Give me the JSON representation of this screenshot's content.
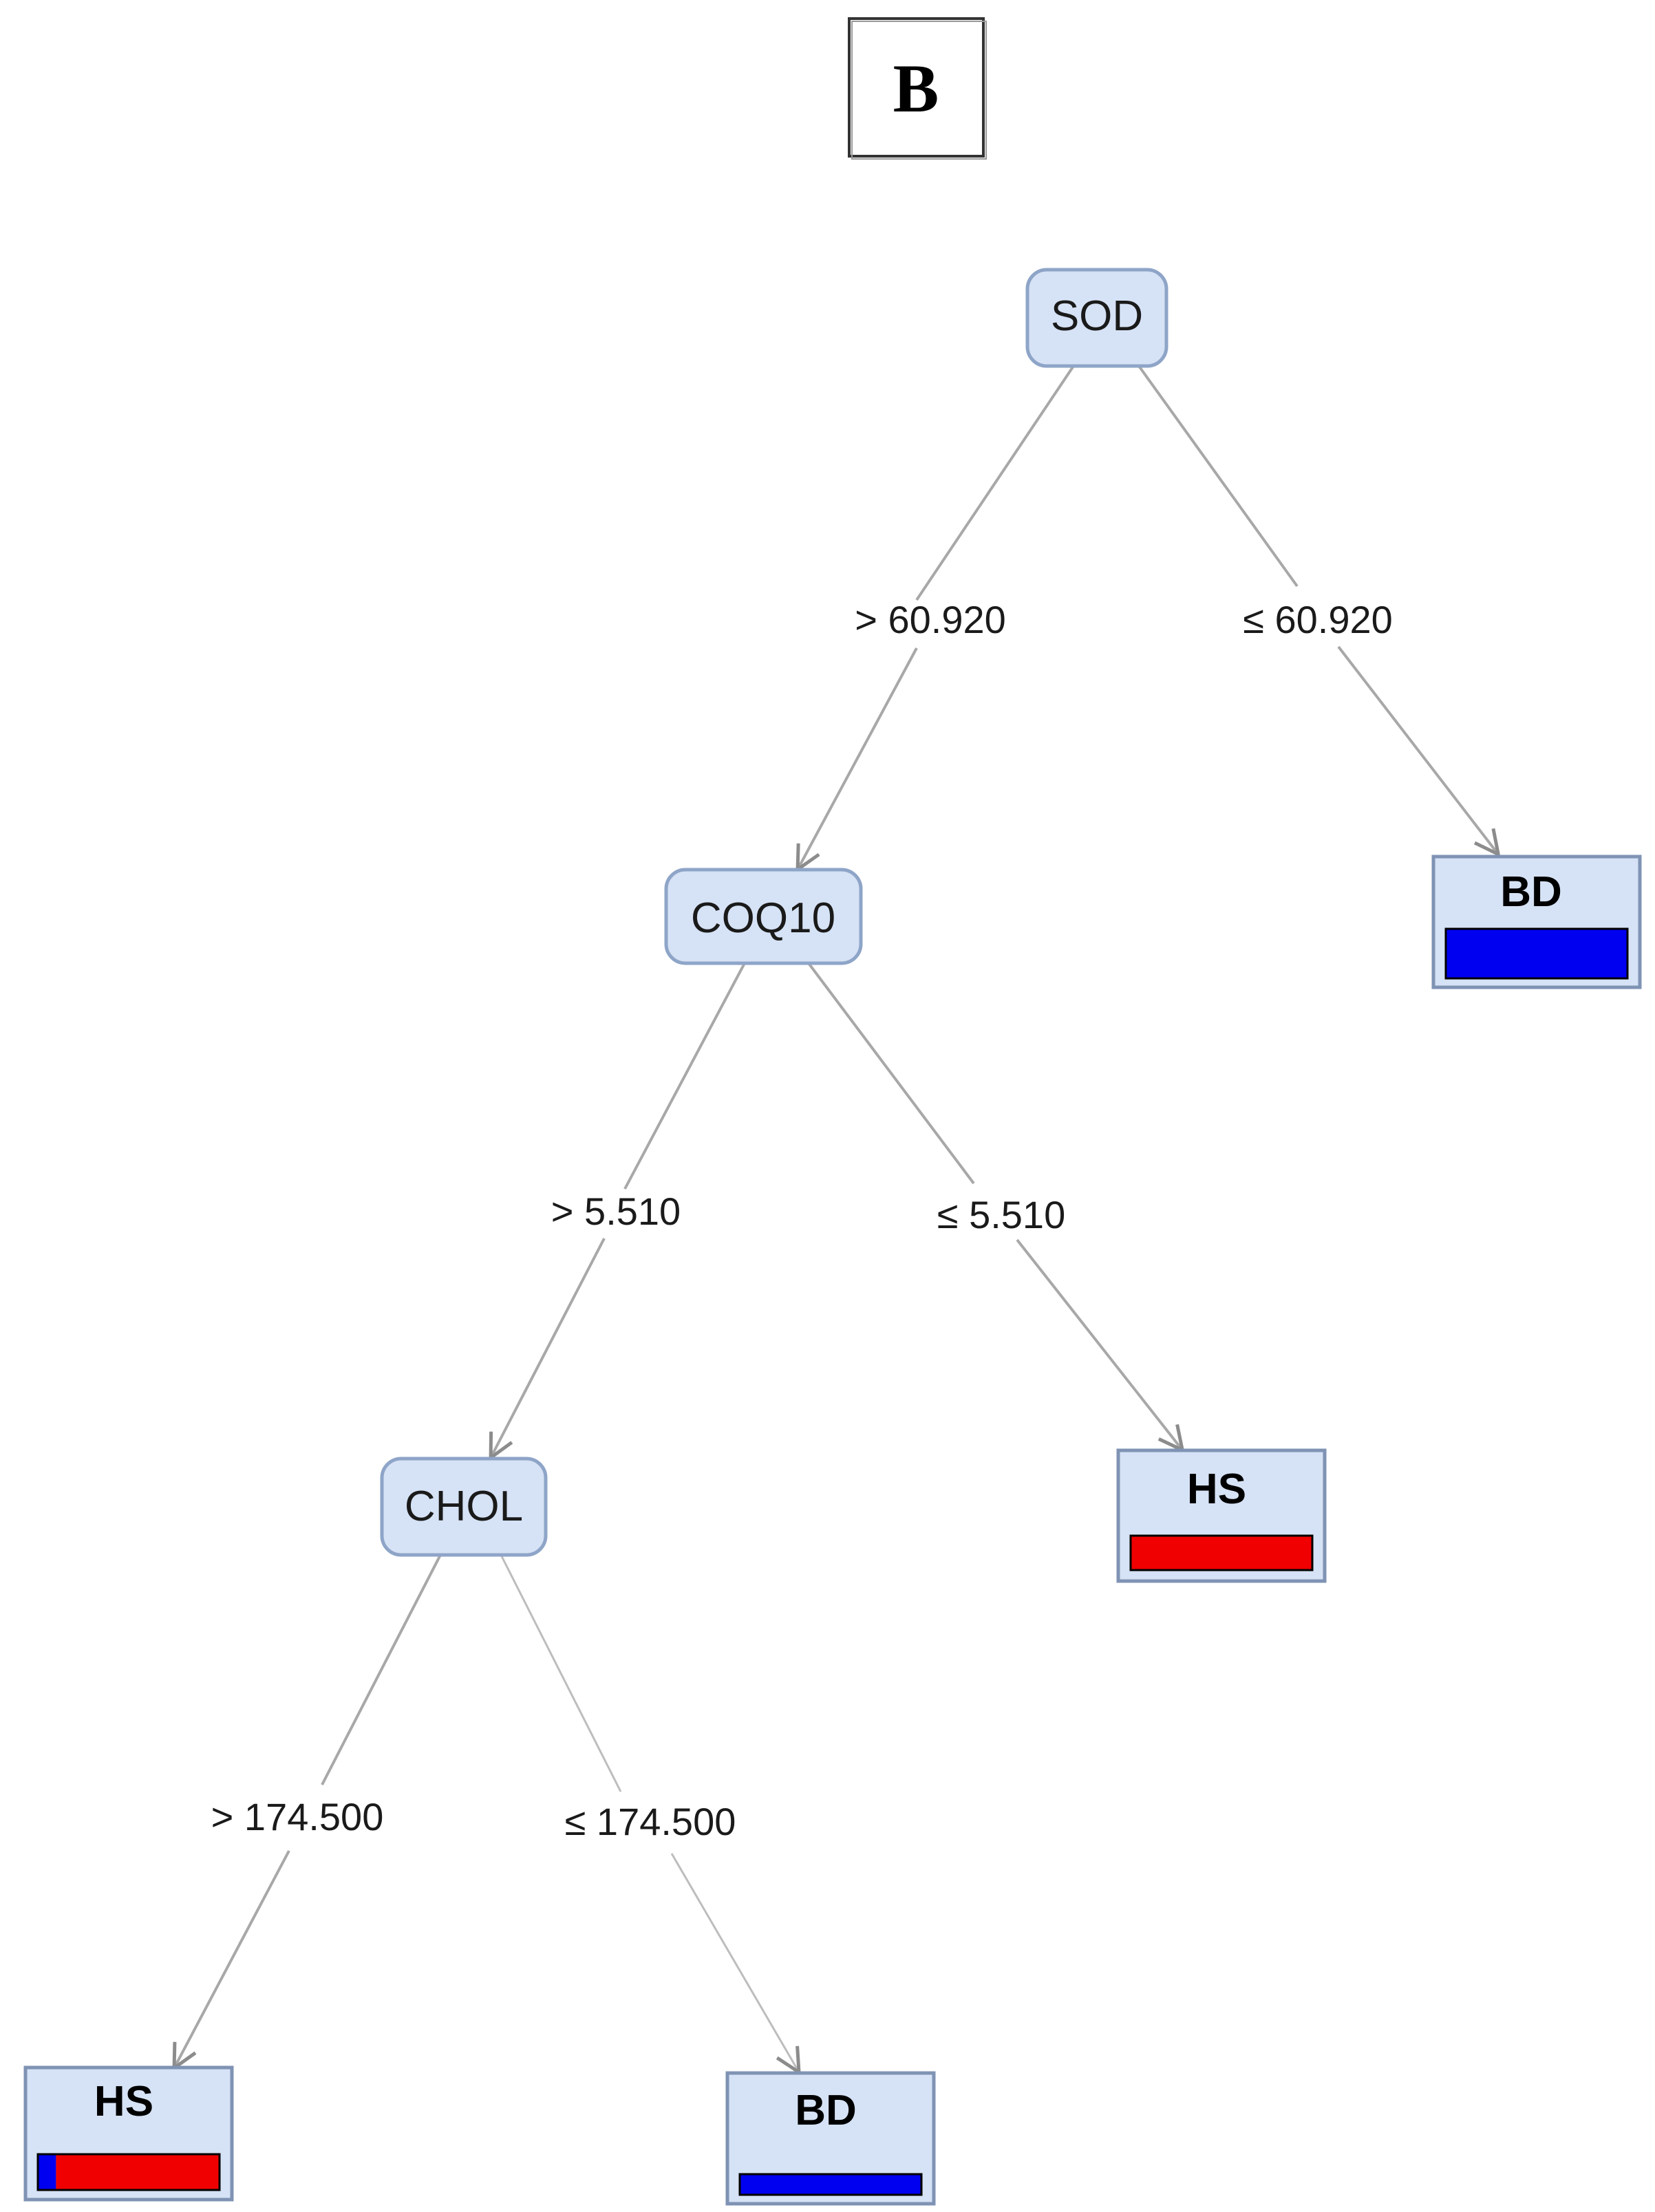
{
  "panel_label": "B",
  "colors": {
    "node_fill": "#d6e2f5",
    "node_stroke": "#8ea5c8",
    "leaf_fill": "#d6e2f5",
    "leaf_stroke": "#7f93b4",
    "edge": "#a8a8a8",
    "class_BD": "#0000f0",
    "class_HS": "#f00000"
  },
  "nodes": {
    "sod": {
      "label": "SOD"
    },
    "coq10": {
      "label": "COQ10"
    },
    "chol": {
      "label": "CHOL"
    }
  },
  "leaves": {
    "leaf_bd_top": {
      "label": "BD",
      "blue_fraction": 1.0
    },
    "leaf_hs_mid": {
      "label": "HS",
      "blue_fraction": 0.0
    },
    "leaf_hs_bottom": {
      "label": "HS",
      "blue_fraction": 0.1
    },
    "leaf_bd_bottom": {
      "label": "BD",
      "blue_fraction": 1.0
    }
  },
  "edges": {
    "sod_gt": {
      "label": "> 60.920"
    },
    "sod_le": {
      "label": "≤ 60.920"
    },
    "coq10_gt": {
      "label": "> 5.510"
    },
    "coq10_le": {
      "label": "≤ 5.510"
    },
    "chol_gt": {
      "label": "> 174.500"
    },
    "chol_le": {
      "label": "≤ 174.500"
    }
  }
}
